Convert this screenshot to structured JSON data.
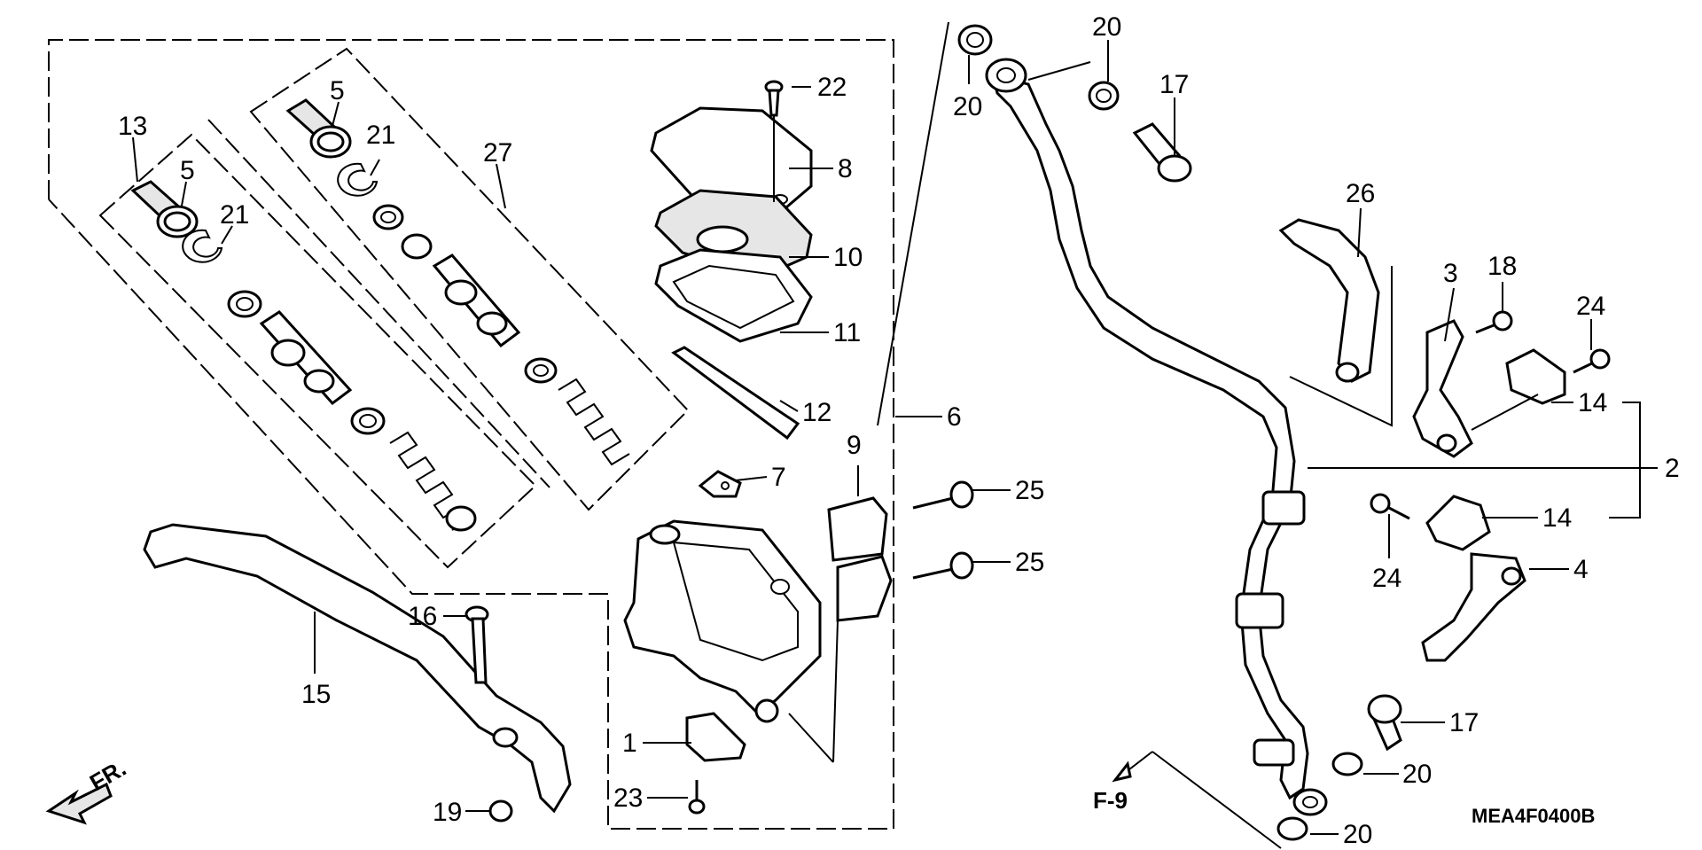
{
  "callouts": [
    {
      "id": "c13",
      "text": "13"
    },
    {
      "id": "c5a",
      "text": "5"
    },
    {
      "id": "c21a",
      "text": "21"
    },
    {
      "id": "c5b",
      "text": "5"
    },
    {
      "id": "c21b",
      "text": "21"
    },
    {
      "id": "c27",
      "text": "27"
    },
    {
      "id": "c22",
      "text": "22"
    },
    {
      "id": "c8",
      "text": "8"
    },
    {
      "id": "c10",
      "text": "10"
    },
    {
      "id": "c11",
      "text": "11"
    },
    {
      "id": "c12",
      "text": "12"
    },
    {
      "id": "c7",
      "text": "7"
    },
    {
      "id": "c9",
      "text": "9"
    },
    {
      "id": "c6",
      "text": "6"
    },
    {
      "id": "c25a",
      "text": "25"
    },
    {
      "id": "c25b",
      "text": "25"
    },
    {
      "id": "c16",
      "text": "16"
    },
    {
      "id": "c15",
      "text": "15"
    },
    {
      "id": "c1",
      "text": "1"
    },
    {
      "id": "c23",
      "text": "23"
    },
    {
      "id": "c19",
      "text": "19"
    },
    {
      "id": "c20a",
      "text": "20"
    },
    {
      "id": "c20b",
      "text": "20"
    },
    {
      "id": "c17a",
      "text": "17"
    },
    {
      "id": "c26",
      "text": "26"
    },
    {
      "id": "c3",
      "text": "3"
    },
    {
      "id": "c18",
      "text": "18"
    },
    {
      "id": "c24a",
      "text": "24"
    },
    {
      "id": "c14a",
      "text": "14"
    },
    {
      "id": "c2",
      "text": "2"
    },
    {
      "id": "c14b",
      "text": "14"
    },
    {
      "id": "c24b",
      "text": "24"
    },
    {
      "id": "c4",
      "text": "4"
    },
    {
      "id": "c17b",
      "text": "17"
    },
    {
      "id": "c20c",
      "text": "20"
    },
    {
      "id": "c20d",
      "text": "20"
    }
  ],
  "direction_label": "FR.",
  "ref_label": "F-9",
  "diagram_code": "MEA4F0400B"
}
